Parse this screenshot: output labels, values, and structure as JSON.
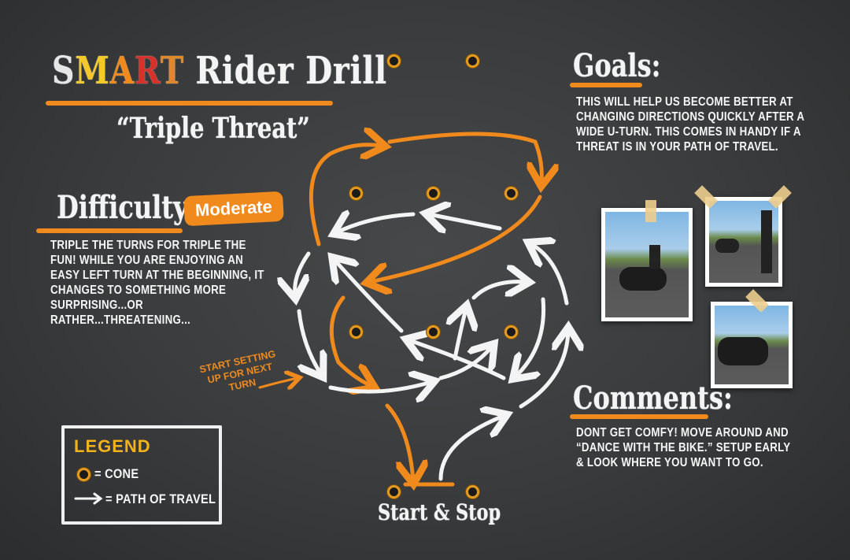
{
  "title": {
    "letters": [
      "S",
      "M",
      "A",
      "R",
      "T"
    ],
    "rest": " Rider Drill",
    "letter_colors": [
      "#e6e6e6",
      "#f2c82b",
      "#f08a1c",
      "#d8312a",
      "#e0872a"
    ]
  },
  "subtitle": "“Triple Threat”",
  "difficulty": {
    "heading": "Difficulty:",
    "level": "Moderate",
    "description": "Triple the turns for triple the fun! While you are enjoying an easy left turn at the beginning, it changes to something more surprising...or rather...threatening..."
  },
  "goals": {
    "heading": "Goals:",
    "text": "This will help us become better at changing directions quickly after a wide U-turn. This comes in handy if a threat is in your path of travel."
  },
  "comments": {
    "heading": "Comments:",
    "text": "Dont get comfy! Move around and “dance with the bike.” Setup early & look where you want to go."
  },
  "diagram": {
    "annotation": "Start setting up for next turn",
    "start_label": "Start & Stop"
  },
  "legend": {
    "title": "Legend",
    "cone_label": "= Cone",
    "path_label": "= Path of Travel"
  },
  "colors": {
    "accent": "#f08a1c",
    "chalk": "#f4f4f4",
    "board": "#3d3e3f",
    "cone": "#e49a1f"
  },
  "icons": [
    "cone-icon",
    "arrow-right-icon"
  ]
}
